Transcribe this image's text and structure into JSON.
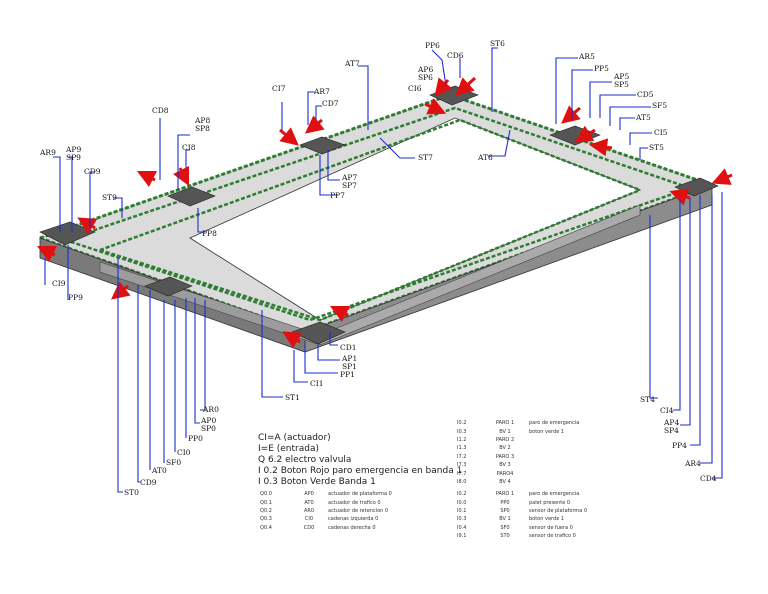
{
  "labels": {
    "PP6": "PP6",
    "CD6": "CD6",
    "ST6": "ST6",
    "AR5": "AR5",
    "PP5": "PP5",
    "AP5": "AP5",
    "SP5": "SP5",
    "CD5": "CD5",
    "SF5": "SF5",
    "AT5": "AT5",
    "CI5": "CI5",
    "ST5": "ST5",
    "AT7": "AT7",
    "AP6": "AP6",
    "SP6": "SP6",
    "CI6": "CI6",
    "CI7": "CI7",
    "AR7": "AR7",
    "CD7": "CD7",
    "ST7": "ST7",
    "AT6": "AT6",
    "AP7": "AP7",
    "SP7": "SP7",
    "PP7": "PP7",
    "CD8": "CD8",
    "AP8": "AP8",
    "SP8": "SP8",
    "CI8": "CI8",
    "PP8": "PP8",
    "AR9": "AR9",
    "AP9": "AP9",
    "SP9": "SP9",
    "CD9_top": "CD9",
    "ST9": "ST9",
    "CI9": "CI9",
    "PP9": "PP9",
    "CD1": "CD1",
    "AP1": "AP1",
    "SP1": "SP1",
    "PP1": "PP1",
    "CI1": "CI1",
    "ST1": "ST1",
    "AR0": "AR0",
    "AP0": "AP0",
    "SP0": "SP0",
    "PP0": "PP0",
    "CI0": "CI0",
    "SF0": "SF0",
    "AT0": "AT0",
    "CD0": "CD9",
    "ST0": "ST0",
    "ST4": "ST4",
    "CI4": "CI4",
    "AP4": "AP4",
    "SP4": "SP4",
    "PP4": "PP4",
    "AR4": "AR4",
    "CD4": "CD4"
  },
  "legend": {
    "line1": "CI=A (actuador)",
    "line2": "I=E (entrada)",
    "line3": "Q 6.2 electro valvula",
    "line4": "I 0.2 Boton Rojo paro emergencia en banda 1",
    "line5": "I 0.3 Boton Verde Banda 1"
  },
  "table_top_right": [
    [
      "I0.2",
      "PARO 1",
      "paro de emergencia"
    ],
    [
      "I0.3",
      "BV 1",
      "boton verde 1"
    ],
    [
      "I1.2",
      "PARO 2",
      ""
    ],
    [
      "I1.3",
      "BV 2",
      ""
    ],
    [
      "I7.2",
      "PARO 3",
      ""
    ],
    [
      "I7.3",
      "BV 3",
      ""
    ],
    [
      "I7.7",
      "PARO4",
      ""
    ],
    [
      "I8.0",
      "BV 4",
      ""
    ]
  ],
  "table_bottom_left": [
    [
      "Q0.0",
      "AP0",
      "actuador de plataforma 0"
    ],
    [
      "Q0.1",
      "AT0",
      "actuador de trafico 0"
    ],
    [
      "Q0.2",
      "AR0",
      "actuador de retencion 0"
    ],
    [
      "Q0.3",
      "CI0",
      "cadenas izquierda 0"
    ],
    [
      "Q0.4",
      "CD0",
      "cadenas derecha 0"
    ]
  ],
  "table_bottom_right": [
    [
      "I0.2",
      "PARO 1",
      "paro de emergencia"
    ],
    [
      "I0.0",
      "PP0",
      "palet presente 0"
    ],
    [
      "I0.1",
      "SP0",
      "sensor de plataforma 0"
    ],
    [
      "I0.3",
      "BV 1",
      "boton verde 1"
    ],
    [
      "I0.4",
      "SF0",
      "sensor de fuera 0"
    ],
    [
      "I9.1",
      "ST0",
      "sensor de trafico 0"
    ]
  ]
}
